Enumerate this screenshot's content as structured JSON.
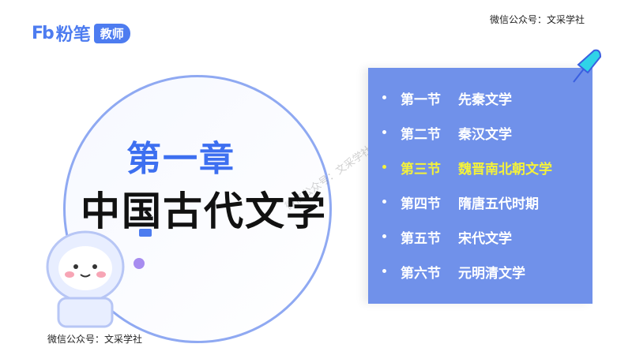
{
  "logo": {
    "fb": "Fb",
    "name": "粉笔",
    "badge": "教师"
  },
  "watermark_top": "微信公众号：文采学社",
  "watermark_bottom": "微信公众号：文采学社",
  "watermark_diag": "微信公众号：文采学社",
  "chapter": "第一章",
  "title": "中国古代文学",
  "sections": [
    {
      "num": "第一节",
      "name": "先秦文学",
      "active": false
    },
    {
      "num": "第二节",
      "name": "秦汉文学",
      "active": false
    },
    {
      "num": "第三节",
      "name": "魏晋南北朝文学",
      "active": true
    },
    {
      "num": "第四节",
      "name": "隋唐五代时期",
      "active": false
    },
    {
      "num": "第五节",
      "name": "宋代文学",
      "active": false
    },
    {
      "num": "第六节",
      "name": "元明清文学",
      "active": false
    }
  ],
  "colors": {
    "accent": "#3d6ff0",
    "panel": "#7091ea",
    "active": "#f4f23a"
  }
}
